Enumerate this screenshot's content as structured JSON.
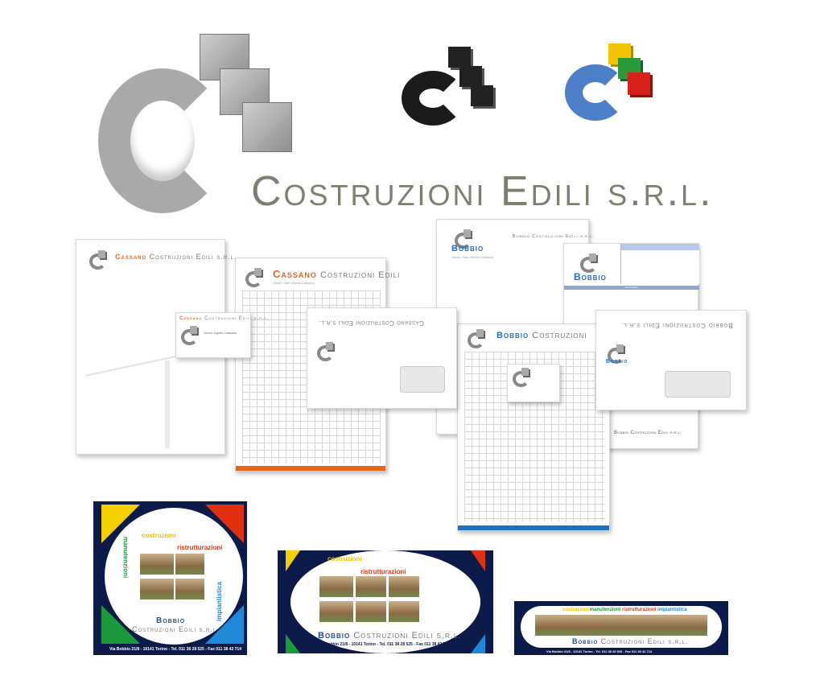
{
  "brand": {
    "title": "Costruzioni Edili s.r.l.",
    "colors": {
      "gray": "#7b8070",
      "orange": "#e8641c",
      "blue": "#1f6fbf",
      "navy": "#0c1a4a",
      "yellow": "#f5d000",
      "red": "#e03010",
      "green": "#1a9a3a",
      "lightblue": "#1f88d8"
    }
  },
  "cassano": {
    "letterhead_name": "Cassano",
    "letterhead_rest": "Costruzioni Edili s.r.l.",
    "grid_name": "Cassano",
    "grid_rest": "Costruzioni Edili",
    "grid_sub": "Geom. Gian Vittorio Cassano",
    "card_name": "Cassano",
    "card_rest": "Costruzioni Edili s.r.l.",
    "card_person": "Geom. Agnès Cassano",
    "envelope_text": "Cassano Costruzioni Edili s.r.l."
  },
  "bobbio": {
    "letterhead_name": "Bobbio",
    "letterhead_sub": "Geom. Gian Vittorio Cassano",
    "letterhead_header": "Bobbio Costruzioni Edili s.r.l.",
    "form_name": "Bobbio",
    "form_band": "Descrizione",
    "grid_name": "Bobbio",
    "grid_rest": "Costruzioni",
    "envelope_text": "Bobbio Costruzioni Edili s.r.l.",
    "envelope_name": "Bobbio",
    "footer_name": "Bobbio Costruzioni Edili s.r.l."
  },
  "posters": {
    "words": {
      "costruzioni": "costruzioni",
      "ristrutturazioni": "ristrutturazioni",
      "manutenzioni": "manutenzioni",
      "impiantistica": "impiantistica"
    },
    "square_name": "Bobbio",
    "square_rest": "Costruzioni Edili s.r.l.",
    "wide_name": "Bobbio",
    "wide_rest": "Costruzioni Edili s.r.l.",
    "strip_name": "Bobbio",
    "strip_rest": "Costruzioni Edili s.r.l.",
    "address": "Via Bobbio 21/8 - 10141 Torino - Tel. 011 38 28 525 - Fax 011 38 42 714"
  }
}
